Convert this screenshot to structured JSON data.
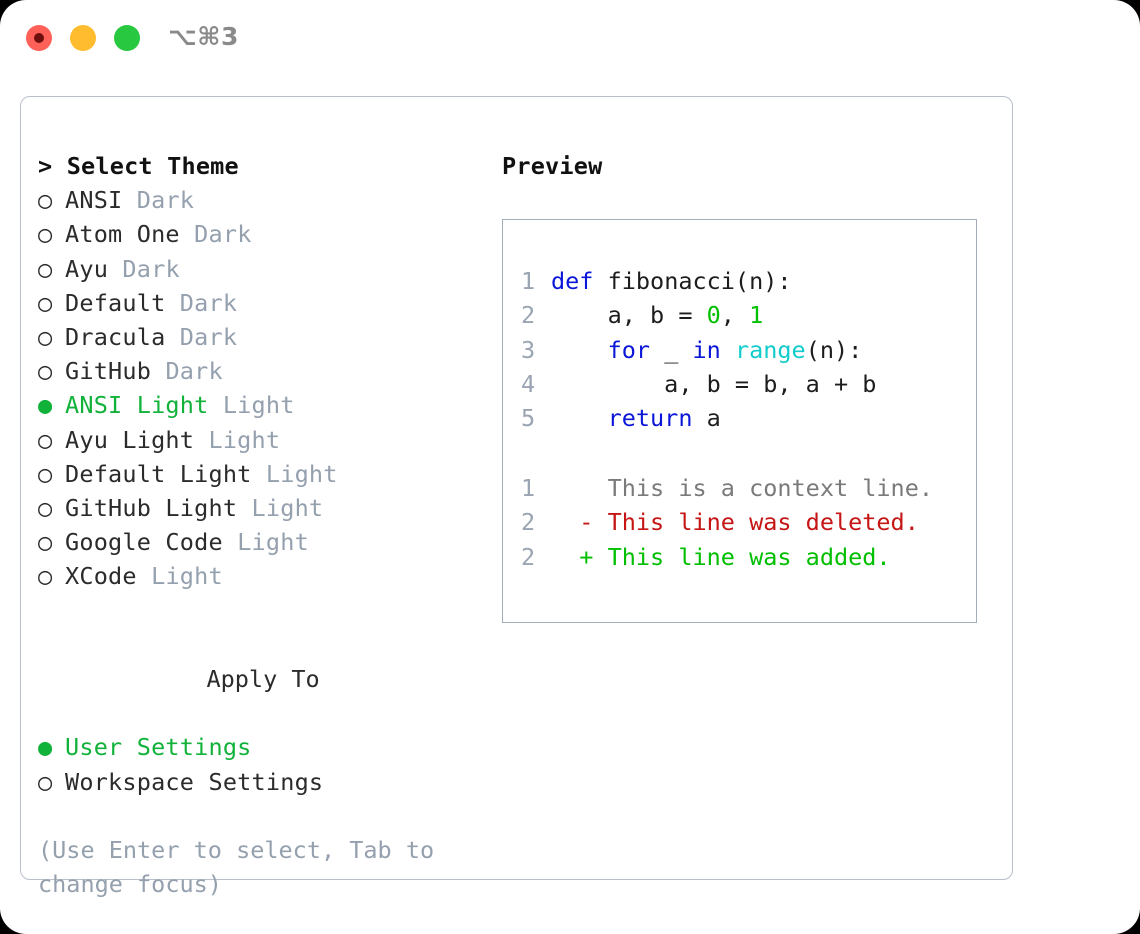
{
  "titlebar": {
    "shortcut": "⌥⌘3",
    "traffic_lights": [
      {
        "name": "close",
        "color": "#ff6159"
      },
      {
        "name": "minimize",
        "color": "#febc2e"
      },
      {
        "name": "maximize",
        "color": "#28c840"
      }
    ]
  },
  "theme_picker": {
    "header": "> Select Theme",
    "marker_selected": "●",
    "marker_unselected": "○",
    "items": [
      {
        "name": "ANSI",
        "kind": "Dark",
        "selected": false
      },
      {
        "name": "Atom One",
        "kind": "Dark",
        "selected": false
      },
      {
        "name": "Ayu",
        "kind": "Dark",
        "selected": false
      },
      {
        "name": "Default",
        "kind": "Dark",
        "selected": false
      },
      {
        "name": "Dracula",
        "kind": "Dark",
        "selected": false
      },
      {
        "name": "GitHub",
        "kind": "Dark",
        "selected": false
      },
      {
        "name": "ANSI Light",
        "kind": "Light",
        "selected": true
      },
      {
        "name": "Ayu Light",
        "kind": "Light",
        "selected": false
      },
      {
        "name": "Default Light",
        "kind": "Light",
        "selected": false
      },
      {
        "name": "GitHub Light",
        "kind": "Light",
        "selected": false
      },
      {
        "name": "Google Code",
        "kind": "Light",
        "selected": false
      },
      {
        "name": "XCode",
        "kind": "Light",
        "selected": false
      }
    ]
  },
  "apply_to": {
    "header": "Apply To",
    "options": [
      {
        "label": "User Settings",
        "selected": true
      },
      {
        "label": "Workspace Settings",
        "selected": false
      }
    ]
  },
  "hint": "(Use Enter to select, Tab to change focus)",
  "preview": {
    "title": "Preview",
    "code": [
      {
        "lineno": "1",
        "tokens": [
          {
            "t": "def",
            "c": "kw"
          },
          {
            "t": " fibonacci(n):",
            "c": "plain"
          }
        ]
      },
      {
        "lineno": "2",
        "tokens": [
          {
            "t": "    a, b = ",
            "c": "plain"
          },
          {
            "t": "0",
            "c": "num"
          },
          {
            "t": ", ",
            "c": "plain"
          },
          {
            "t": "1",
            "c": "num"
          }
        ]
      },
      {
        "lineno": "3",
        "tokens": [
          {
            "t": "    ",
            "c": "plain"
          },
          {
            "t": "for",
            "c": "kw"
          },
          {
            "t": " _ ",
            "c": "plain"
          },
          {
            "t": "in",
            "c": "kw"
          },
          {
            "t": " ",
            "c": "plain"
          },
          {
            "t": "range",
            "c": "fn"
          },
          {
            "t": "(n):",
            "c": "plain"
          }
        ]
      },
      {
        "lineno": "4",
        "tokens": [
          {
            "t": "        a, b = b, a + b",
            "c": "plain"
          }
        ]
      },
      {
        "lineno": "5",
        "tokens": [
          {
            "t": "    ",
            "c": "plain"
          },
          {
            "t": "return",
            "c": "kw"
          },
          {
            "t": " a",
            "c": "plain"
          }
        ]
      }
    ],
    "diff": [
      {
        "lineno": "1",
        "sign": " ",
        "text": "This is a context line.",
        "kind": "d-ctx"
      },
      {
        "lineno": "2",
        "sign": "-",
        "text": "This line was deleted.",
        "kind": "d-del"
      },
      {
        "lineno": "2",
        "sign": "+",
        "text": "This line was added.",
        "kind": "d-add"
      }
    ]
  },
  "colors": {
    "selected_green": "#11b23a",
    "muted_gray": "#95a0ae",
    "keyword_blue": "#0b17d8",
    "number_green": "#00c000",
    "function_cyan": "#11cccc",
    "diff_delete_red": "#c51515",
    "diff_add_green": "#00bf00",
    "panel_border": "#b9c0ca",
    "code_border": "#a3adbb"
  }
}
